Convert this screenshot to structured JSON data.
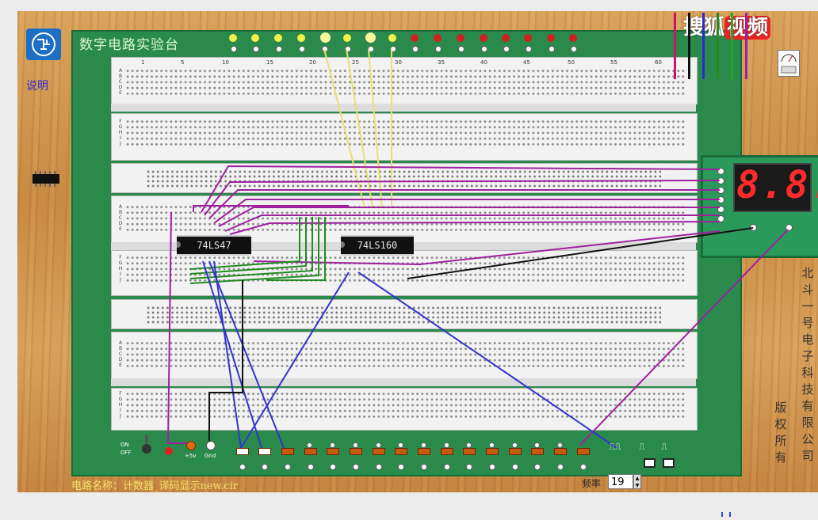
{
  "board": {
    "title": "数字电路实验台",
    "help_label": "说明",
    "circuit_name": "电路名称：计数器_译码显示new.cir",
    "freq_label": "频率",
    "freq_value": "19"
  },
  "breadboard": {
    "top_numbers": [
      "1",
      "5",
      "10",
      "15",
      "20",
      "25",
      "30",
      "35",
      "40",
      "45",
      "50",
      "55",
      "60"
    ],
    "rows_top": [
      "A",
      "B",
      "C",
      "D",
      "E"
    ],
    "rows_bottom": [
      "F",
      "G",
      "H",
      "I",
      "J"
    ]
  },
  "chips": [
    {
      "label": "74LS47"
    },
    {
      "label": "74LS160"
    }
  ],
  "display": {
    "digits": "8.8."
  },
  "power": {
    "on_label": "ON",
    "off_label": "OFF",
    "v5_label": "+5v",
    "gnd_label": "Gnd"
  },
  "pulse_labels": [
    "⎍⎍",
    "⎍",
    "⎍"
  ],
  "company_vertical": [
    "北",
    "斗",
    "一",
    "号",
    "电",
    "子",
    "科",
    "技",
    "有",
    "限",
    "公",
    "司"
  ],
  "copyright_vertical": [
    "版",
    "权",
    "所",
    "有"
  ],
  "watermark": {
    "part1": "搜狐",
    "part2": "视频"
  },
  "colors": {
    "board_green": "#2a8a4c",
    "wire_purple": "#a020a0",
    "wire_blue": "#3333cc",
    "wire_yellow": "#e8e070",
    "wire_green": "#228b22",
    "wire_black": "#111111",
    "led_yellow": "#f4f04a",
    "led_red": "#d02020"
  }
}
